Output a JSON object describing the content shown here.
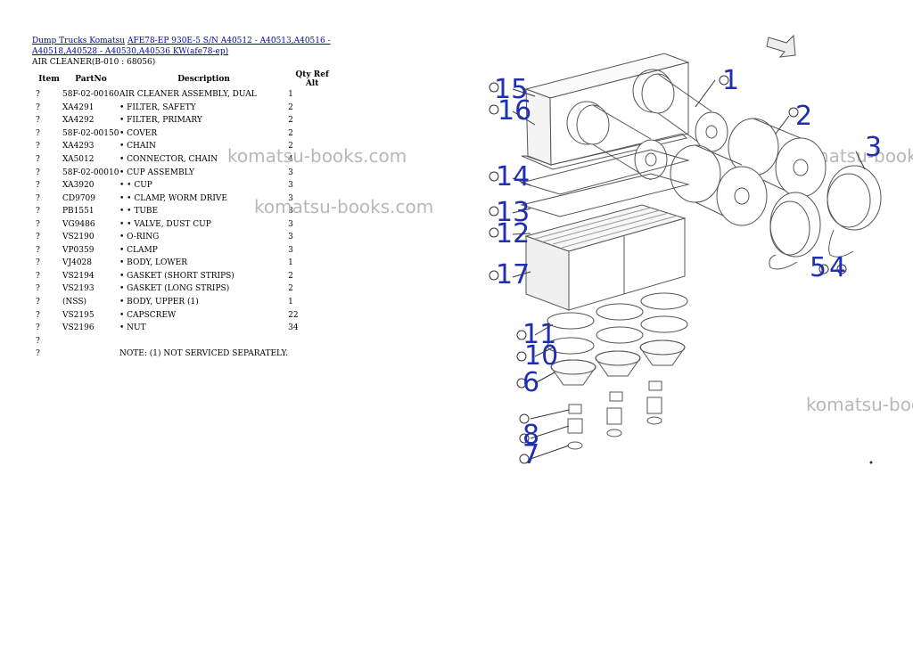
{
  "breadcrumb": {
    "link1": "Dump Trucks Komatsu",
    "link2": "AFE78-EP 930E-5 S/N A40512 - A40513,A40516 - A40518,A40528 - A40530,A40536 KW(afe78-ep)"
  },
  "section_title": "AIR CLEANER(B-010 : 68056)",
  "table": {
    "headers": {
      "item": "Item",
      "partno": "PartNo",
      "description": "Description",
      "qty_ref_alt": "Qty Ref Alt"
    },
    "rows": [
      {
        "item": "?",
        "partno": "58F-02-00160",
        "description": "AIR CLEANER ASSEMBLY, DUAL",
        "qty": "1"
      },
      {
        "item": "?",
        "partno": "XA4291",
        "description": "• FILTER, SAFETY",
        "qty": "2"
      },
      {
        "item": "?",
        "partno": "XA4292",
        "description": "• FILTER, PRIMARY",
        "qty": "2"
      },
      {
        "item": "?",
        "partno": "58F-02-00150",
        "description": "• COVER",
        "qty": "2"
      },
      {
        "item": "?",
        "partno": "XA4293",
        "description": "• CHAIN",
        "qty": "2"
      },
      {
        "item": "?",
        "partno": "XA5012",
        "description": "• CONNECTOR, CHAIN",
        "qty": "4"
      },
      {
        "item": "?",
        "partno": "58F-02-00010",
        "description": "• CUP ASSEMBLY",
        "qty": "3"
      },
      {
        "item": "?",
        "partno": "XA3920",
        "description": "• • CUP",
        "qty": "3"
      },
      {
        "item": "?",
        "partno": "CD9709",
        "description": "• • CLAMP, WORM DRIVE",
        "qty": "3"
      },
      {
        "item": "?",
        "partno": "PB1551",
        "description": "• • TUBE",
        "qty": "3"
      },
      {
        "item": "?",
        "partno": "VG9486",
        "description": "• • VALVE, DUST CUP",
        "qty": "3"
      },
      {
        "item": "?",
        "partno": "VS2190",
        "description": "• O-RING",
        "qty": "3"
      },
      {
        "item": "?",
        "partno": "VP0359",
        "description": "• CLAMP",
        "qty": "3"
      },
      {
        "item": "?",
        "partno": "VJ4028",
        "description": "• BODY, LOWER",
        "qty": "1"
      },
      {
        "item": "?",
        "partno": "VS2194",
        "description": "• GASKET (SHORT STRIPS)",
        "qty": "2"
      },
      {
        "item": "?",
        "partno": "VS2193",
        "description": "• GASKET (LONG STRIPS)",
        "qty": "2"
      },
      {
        "item": "?",
        "partno": "(NSS)",
        "description": "• BODY, UPPER (1)",
        "qty": "1"
      },
      {
        "item": "?",
        "partno": "VS2195",
        "description": "• CAPSCREW",
        "qty": "22"
      },
      {
        "item": "?",
        "partno": "VS2196",
        "description": "• NUT",
        "qty": "34"
      },
      {
        "item": "?",
        "partno": "",
        "description": "",
        "qty": ""
      },
      {
        "item": "?",
        "partno": "",
        "description": "NOTE: (1) NOT SERVICED SEPARATELY.",
        "qty": ""
      }
    ]
  },
  "watermark": "komatsu-books.com",
  "diagram": {
    "callouts": [
      "15",
      "16",
      "14",
      "13",
      "12",
      "17",
      "11",
      "10",
      "6",
      "8",
      "7",
      "1",
      "2",
      "3",
      "5",
      "4"
    ],
    "arrow_icon": "direction-arrow-icon",
    "line_color": "#555555",
    "callout_color": "#1f2fb0"
  }
}
